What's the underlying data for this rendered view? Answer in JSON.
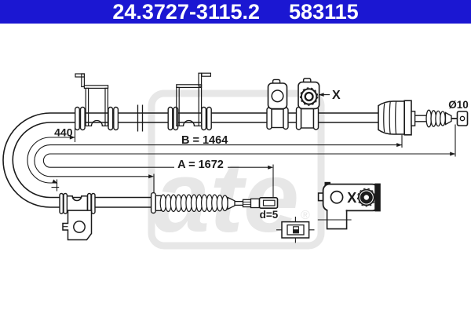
{
  "header": {
    "part_number": "24.3727-3115.2",
    "reference_number": "583115",
    "bg_color": "#1b17d2",
    "text_color": "#ffffff"
  },
  "diagram": {
    "line_color": "#1b1b1b",
    "background_color": "#ffffff",
    "labels": {
      "dim_segment": "440",
      "dim_housing_b": "B = 1464",
      "dim_overall_a": "A = 1672",
      "end_diameter": "Ø10",
      "rod_diameter": "d=5",
      "detail_marker": "X",
      "detail_view_title": "X"
    },
    "watermark": {
      "logo_text": "ate",
      "registered_mark": "®",
      "color": "#e7e7e7"
    }
  }
}
